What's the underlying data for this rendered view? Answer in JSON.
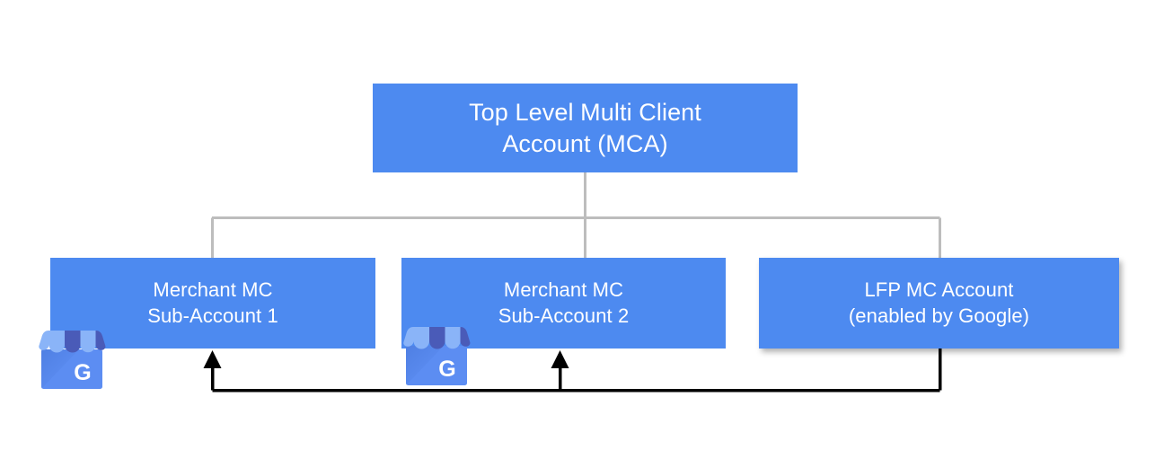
{
  "diagram": {
    "title_semantic": "google-merchant-center-account-hierarchy",
    "background_color": "#ffffff",
    "node_fill_color": "#4d8af0",
    "node_text_color": "#ffffff",
    "tree_connector_color": "#bdbdbd",
    "feedback_arrow_color": "#000000",
    "nodes": {
      "top": {
        "line1": "Top Level Multi Client",
        "line2": "Account (MCA)"
      },
      "sub1": {
        "line1": "Merchant MC",
        "line2": "Sub-Account 1"
      },
      "sub2": {
        "line1": "Merchant MC",
        "line2": "Sub-Account 2"
      },
      "lfp": {
        "line1": "LFP MC Account",
        "line2": "(enabled by Google)"
      }
    },
    "icons": {
      "gmb_1": "google-my-business-storefront-icon",
      "gmb_2": "google-my-business-storefront-icon",
      "gmb_letter": "G",
      "awning_light_color": "#8ab4f8",
      "awning_dark_color": "#4a5bb8",
      "storefront_body_color": "#5c8df2"
    }
  }
}
